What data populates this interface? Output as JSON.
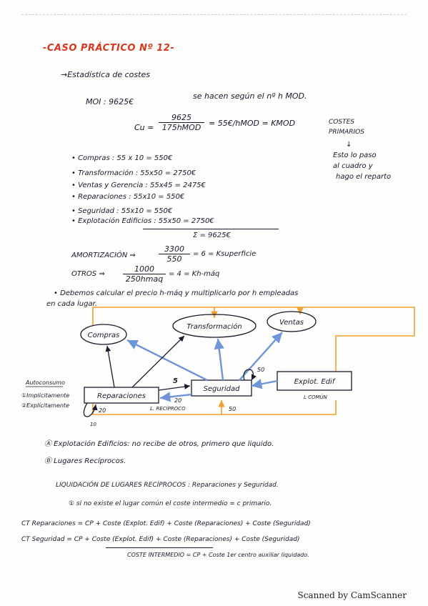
{
  "title": "-CASO PRÁCTICO Nº 12-",
  "subtitle": "→Estadística de costes",
  "moi": {
    "label": "MOI : 9625€",
    "text": "se hacen según el nº h MOD."
  },
  "cu": {
    "prefix": "Cu =",
    "num": "9625",
    "den": "175hMOD",
    "result": "= 55€/hMOD = KMOD"
  },
  "primarios": {
    "line1": "COSTES",
    "line2": "PRIMARIOS",
    "arrow": "↓",
    "note1": "Esto lo paso",
    "note2": "al cuadro y",
    "note3": "hago el reparto"
  },
  "costes": [
    "• Compras : 55 x 10 = 550€",
    "• Transformación : 55x50 = 2750€",
    "• Ventas y Gerencia : 55x45 = 2475€",
    "• Reparaciones : 55x10 = 550€",
    "• Seguridad : 55x10 = 550€",
    "• Explotación Edificios : 55x50 = 2750€"
  ],
  "total": "Σ = 9625€",
  "amortizacion": {
    "label": "AMORTIZACIÓN ⇒",
    "num": "3300",
    "den": "550",
    "result": "= 6 = Ksuperficie"
  },
  "otros": {
    "label": "OTROS ⇒",
    "num": "1000",
    "den": "250hmaq",
    "result": "= 4 = Kh-máq"
  },
  "nota1": "• Debemos calcular el precio h-máq y multiplicarlo por h empleadas",
  "nota2": "en cada lugar.",
  "diagram": {
    "compras": "Compras",
    "transformacion": "Transformación",
    "ventas": "Ventas",
    "reparaciones": "Reparaciones",
    "seguridad": "Seguridad",
    "explot": "Explot. Edif",
    "autoconsumo": "Autoconsumo",
    "implicito": "①Implícitamente",
    "explicito": "②Explícitamente",
    "n5": "5",
    "n20": "20",
    "n20b": "20",
    "n50": "50",
    "n50b": "50",
    "n10": "10",
    "reciproco": "L. RECÍPROCO",
    "comun": "L COMÚN"
  },
  "a_line": "Ⓐ Explotación Edificios: no recibe de otros, primero que liquido.",
  "b_line": "Ⓑ Lugares Recíprocos.",
  "liq_title": "LIQUIDACIÓN DE LUGARES RECÍPROCOS : Reparaciones y Seguridad.",
  "liq_note": "① si no existe el lugar común el coste intermedio = c primario.",
  "ct1": "CT Reparaciones = CP + Coste (Explot. Edif) + Coste (Reparaciones) + Coste (Seguridad)",
  "ct2": "CT Seguridad = CP + Coste (Explot. Edif) + Coste (Reparaciones) + Coste (Seguridad)",
  "coste_intermedio": "COSTE INTERMEDIO = CP + Coste 1er centro auxiliar liquidado.",
  "footer": "Scanned by CamScanner",
  "colors": {
    "ink": "#1a1a2e",
    "title": "#d9381e",
    "orange": "#f0a030",
    "blue": "#6f95d8"
  }
}
